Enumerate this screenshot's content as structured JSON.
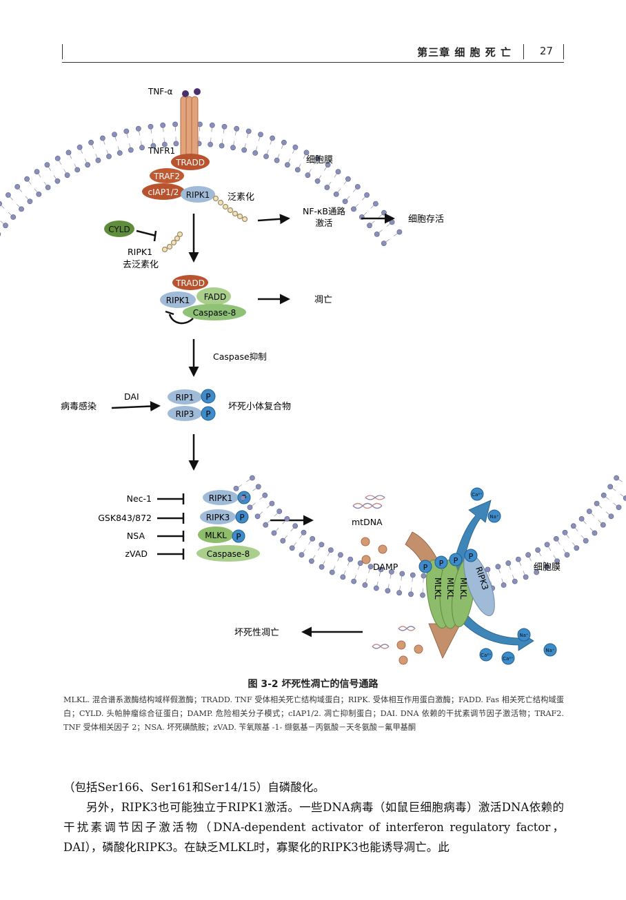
{
  "header": {
    "chapter": "第三章  细 胞 死 亡",
    "page_number": "27"
  },
  "figure": {
    "tnf": "TNF-α",
    "tnfr1": "TNFR1",
    "tradd": "TRADD",
    "traf2": "TRAF2",
    "ciap": "cIAP1/2",
    "ripk1": "RIPK1",
    "membrane": "细胞膜",
    "ubiquitination": "泛素化",
    "nfkb_line1": "NF-κB通路",
    "nfkb_line2": "激活",
    "survival": "细胞存活",
    "cyld": "CYLD",
    "ripk1_deub_line1": "RIPK1",
    "ripk1_deub_line2": "去泛素化",
    "fadd": "FADD",
    "caspase8": "Caspase-8",
    "apoptosis": "凋亡",
    "caspase_inhibition": "Caspase抑制",
    "virus": "病毒感染",
    "dai": "DAI",
    "rip1": "RIP1",
    "rip3": "RIP3",
    "p": "P",
    "necrosome": "坏死小体复合物",
    "nec1": "Nec-1",
    "gsk": "GSK843/872",
    "nsa": "NSA",
    "zvad": "zVAD",
    "ripk3": "RIPK3",
    "mlkl": "MLKL",
    "mtdna": "mtDNA",
    "damp": "DAMP",
    "ca": "Ca²⁺",
    "na": "Na⁺",
    "necroptosis": "坏死性凋亡"
  },
  "caption": "图 3-2   坏死性凋亡的信号通路",
  "legend": "MLKL. 混合谱系激酶结构域样假激酶；TRADD. TNF 受体相关死亡结构域蛋白；RIPK. 受体相互作用蛋白激酶；FADD. Fas 相关死亡结构域蛋白；CYLD. 头帕肿瘤综合征蛋白；DAMP. 危险相关分子模式；cIAP1/2. 凋亡抑制蛋白；DAI. DNA 依赖的干扰素调节因子激活物；TRAF2. TNF 受体相关因子 2；NSA. 坏死磺酰胺；zVAD. 苄氧羰基 -1- 缬氨基－丙氨酸－天冬氨酸－氟甲基酮",
  "body": {
    "para1": "（包括Ser166、Ser161和Ser14/15）自磷酸化。",
    "para2": "另外，RIPK3也可能独立于RIPK1激活。一些DNA病毒（如鼠巨细胞病毒）激活DNA依赖的干扰素调节因子激活物（DNA-dependent activator of interferon regulatory factor，DAI），磷酸化RIPK3。在缺乏MLKL时，寡聚化的RIPK3也能诱导凋亡。此"
  },
  "colors": {
    "tradd": "#b8532e",
    "traf2": "#bf5a32",
    "ripk": "#9fbbd8",
    "fadd": "#a9cf8a",
    "caspase": "#8fc276",
    "cyld": "#5f8d3a",
    "phos": "#3d8cc9",
    "mlkl": "#8dbd6a",
    "lipid": "#8a8fb8",
    "receptor": "#e2a37a",
    "damp": "#d49a72",
    "flux_blue": "#3e86b8",
    "flux_brown": "#b07a55"
  }
}
